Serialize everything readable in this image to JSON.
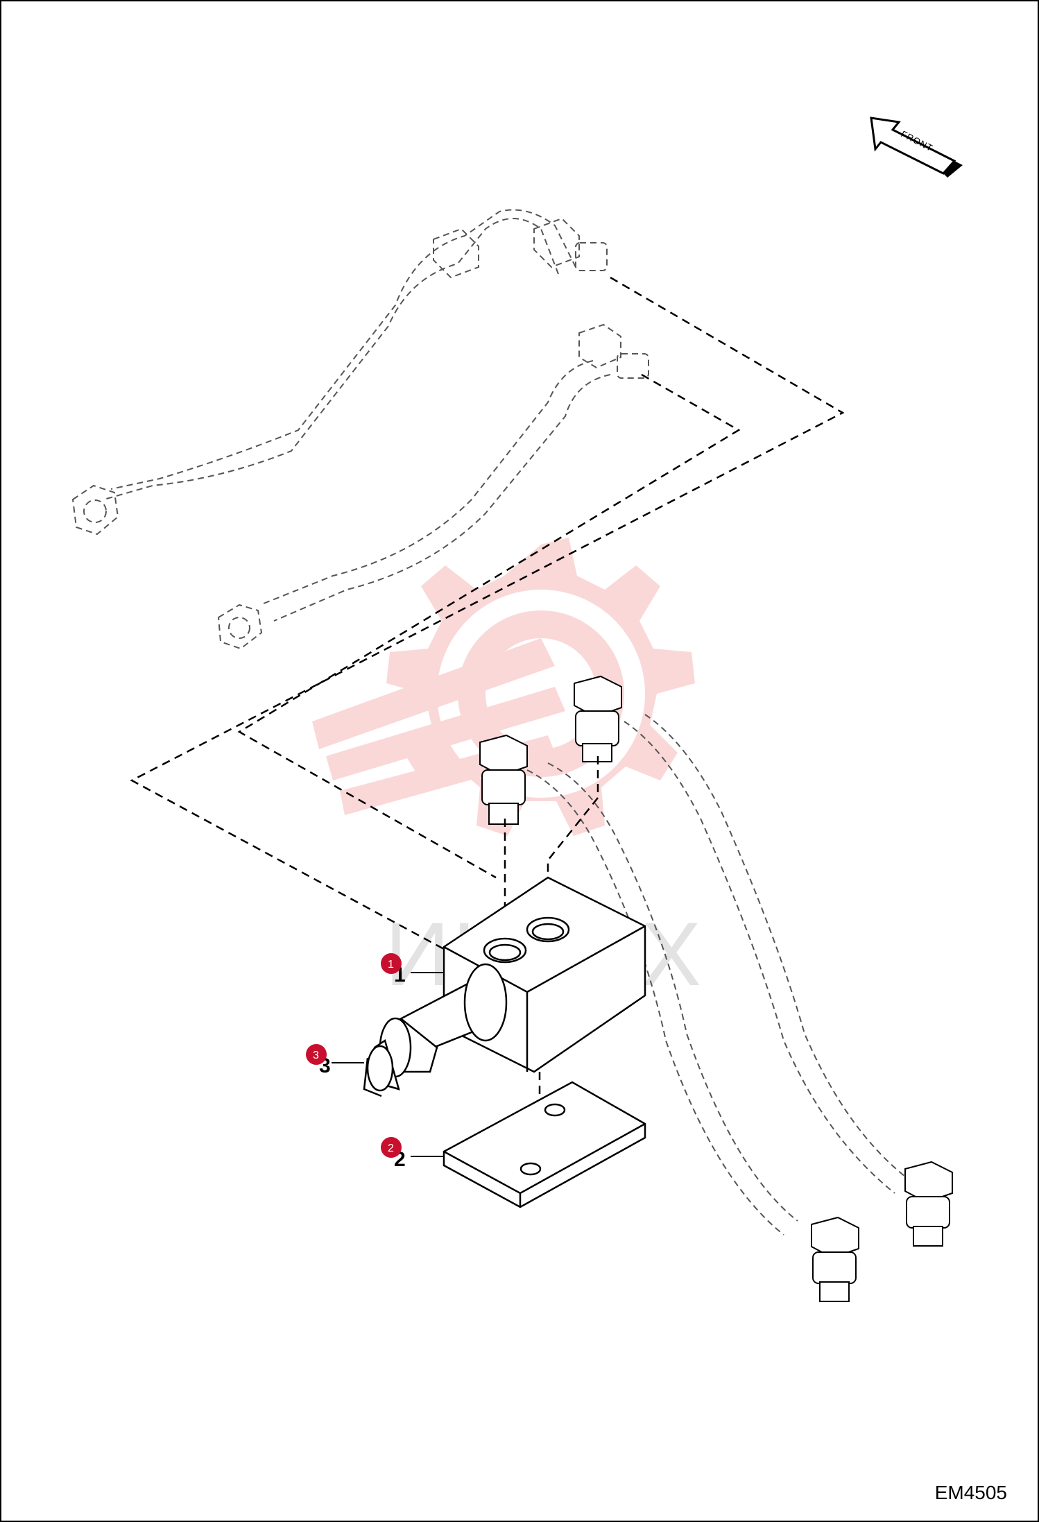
{
  "watermark": {
    "text": "ИНТЕХ",
    "color": "#f6c4c4"
  },
  "orientation": {
    "label": "FRONT"
  },
  "callouts": [
    {
      "number": "1",
      "badge": "1"
    },
    {
      "number": "2",
      "badge": "2"
    },
    {
      "number": "3",
      "badge": "3"
    }
  ],
  "badge_color": "#c8102e",
  "drawing_code": "EM4505"
}
